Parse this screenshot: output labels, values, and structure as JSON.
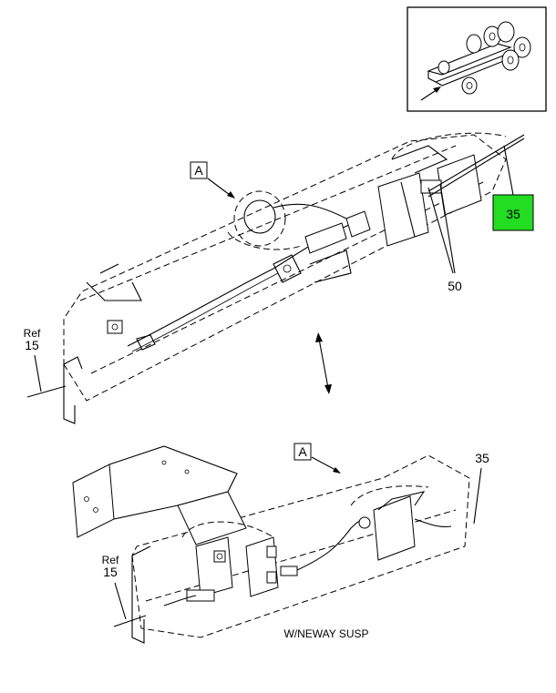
{
  "callouts": {
    "view_a_top": "A",
    "view_a_bottom": "A",
    "item_35_highlight": "35",
    "item_35_bottom": "35",
    "item_50": "50",
    "ref_top_line1": "Ref",
    "ref_top_line2": "15",
    "ref_bottom_line1": "Ref",
    "ref_bottom_line2": "15"
  },
  "caption": "W/NEWAY SUSP",
  "colors": {
    "highlight": "#22dd22",
    "ink": "#000000"
  },
  "icons": {
    "locator": "truck-chassis-locator-icon",
    "arrow": "double-headed-arrow-icon"
  }
}
